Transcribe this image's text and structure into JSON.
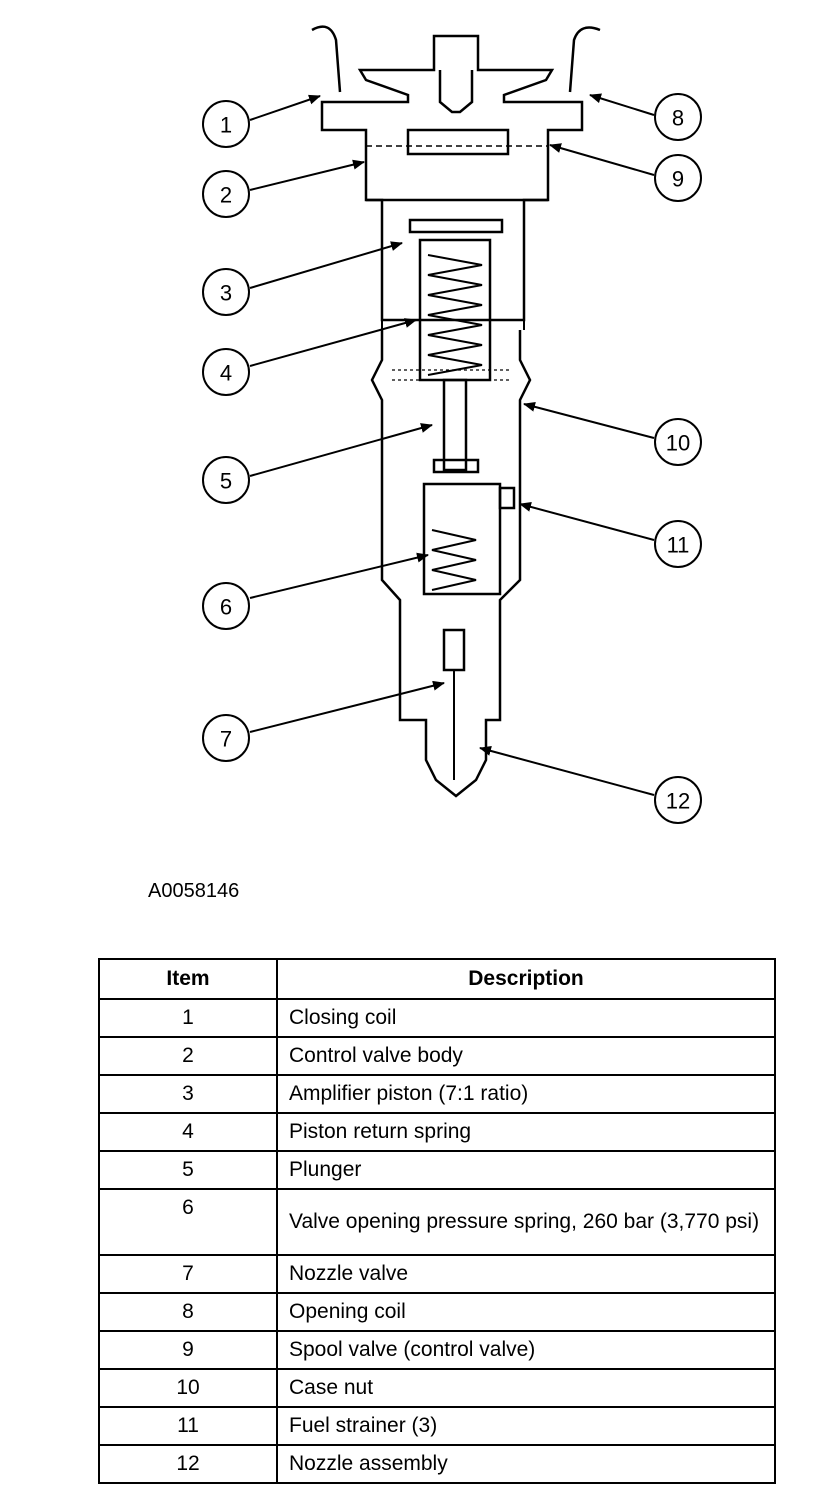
{
  "figure": {
    "id": "A0058146",
    "callouts": [
      "1",
      "2",
      "3",
      "4",
      "5",
      "6",
      "7",
      "8",
      "9",
      "10",
      "11",
      "12"
    ]
  },
  "table": {
    "headers": {
      "item": "Item",
      "description": "Description"
    },
    "rows": [
      {
        "item": "1",
        "description": "Closing coil"
      },
      {
        "item": "2",
        "description": "Control valve body"
      },
      {
        "item": "3",
        "description": "Amplifier piston (7:1 ratio)"
      },
      {
        "item": "4",
        "description": "Piston return spring"
      },
      {
        "item": "5",
        "description": "Plunger"
      },
      {
        "item": "6",
        "description": "Valve opening pressure spring, 260 bar (3,770 psi)"
      },
      {
        "item": "7",
        "description": "Nozzle valve"
      },
      {
        "item": "8",
        "description": "Opening coil"
      },
      {
        "item": "9",
        "description": "Spool valve (control valve)"
      },
      {
        "item": "10",
        "description": "Case nut"
      },
      {
        "item": "11",
        "description": "Fuel strainer (3)"
      },
      {
        "item": "12",
        "description": "Nozzle assembly"
      }
    ]
  }
}
